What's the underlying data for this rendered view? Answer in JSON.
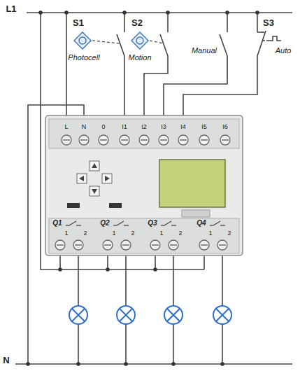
{
  "diagram": {
    "labels": [
      "L1",
      "N",
      "S1",
      "Photocell",
      "S2",
      "Motion",
      "Manual",
      "S3",
      "Auto",
      "L",
      "N",
      "0",
      "I1",
      "I2",
      "I3",
      "I4",
      "I5",
      "I6",
      "Q1",
      "1",
      "2",
      "Q2",
      "1",
      "2",
      "Q3",
      "1",
      "2",
      "Q4",
      "1",
      "2"
    ]
  }
}
